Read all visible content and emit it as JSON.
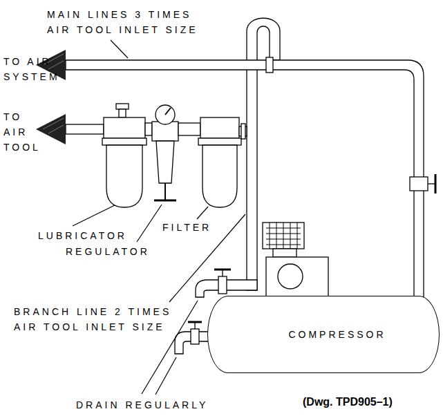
{
  "diagram": {
    "caption": "(Dwg. TPD905–1)",
    "nodes": [
      {
        "text": [
          "COMPRESSOR"
        ]
      }
    ],
    "labels": [
      "MAIN LINES 3 TIMES AIR TOOL INLET SIZE",
      "TO AIR SYSTEM",
      "TO AIR TOOL",
      "LUBRICATOR",
      "REGULATOR",
      "FILTER",
      "BRANCH LINE 2 TIMES AIR TOOL INLET SIZE",
      "DRAIN REGULARLY"
    ]
  }
}
